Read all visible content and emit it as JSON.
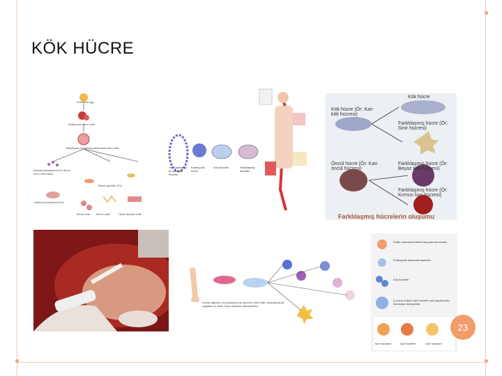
{
  "slide": {
    "title": "KÖK HÜCRE",
    "page_number": "23"
  },
  "panel_embryo": {
    "labels": [
      "Fertilized egg",
      "Embryonic stem cells",
      "Blastocyst containing pluripotent stem cells",
      "Isolated pluripotent SCs (from inner cell mass)",
      "Tissue-specific SCs",
      "Cultured pluripotent SCs",
      "Blood cells",
      "Nerve cells",
      "Heart muscle cells"
    ]
  },
  "panel_differentiation": {
    "steps": [
      "Yeni döllenmiş bir yumurta hücresi",
      "Embriyonik hücre",
      "Kök hücreler",
      "Farklılaşmış hücreler"
    ]
  },
  "panel_cells": {
    "left_labels": [
      "Kök hücre (Ör: Kan kök hücresi)",
      "Öncül hücre (Ör: Kan öncül hücresi)"
    ],
    "right_labels": [
      "Kök hücre",
      "Farklılaşmış hücre (Ör: Sinir hücresi)",
      "Farklılaşmış hücre (Ör: Beyaz kan hücresi)",
      "Farklılaşmış hücre (Ör: Kırmızı kan hücresi)"
    ],
    "caption": "Farklılaşmış hücrelerin oluşumu"
  },
  "panel_bone": {
    "caption": "Kemik iliğinden mezenkimal kök hücreler elde edilir, laboratuvarda çoğaltılır ve farklı hücre tiplerine dönüştürülür."
  },
  "panel_steps": {
    "items": [
      "Kültür ortamında döllenmiş yumurta hücresi",
      "Embriyonik blastosist aşaması",
      "Kök hücreler",
      "İç hücre kütlesi: kök hücreler çok sayıda doku hücresine dönüşebilir"
    ],
    "bottom_labels": [
      "kan hücreleri",
      "kas hücreleri",
      "sinir hücreleri"
    ]
  },
  "colors": {
    "accent": "#f29b6b",
    "frame": "#f0c9b6"
  }
}
